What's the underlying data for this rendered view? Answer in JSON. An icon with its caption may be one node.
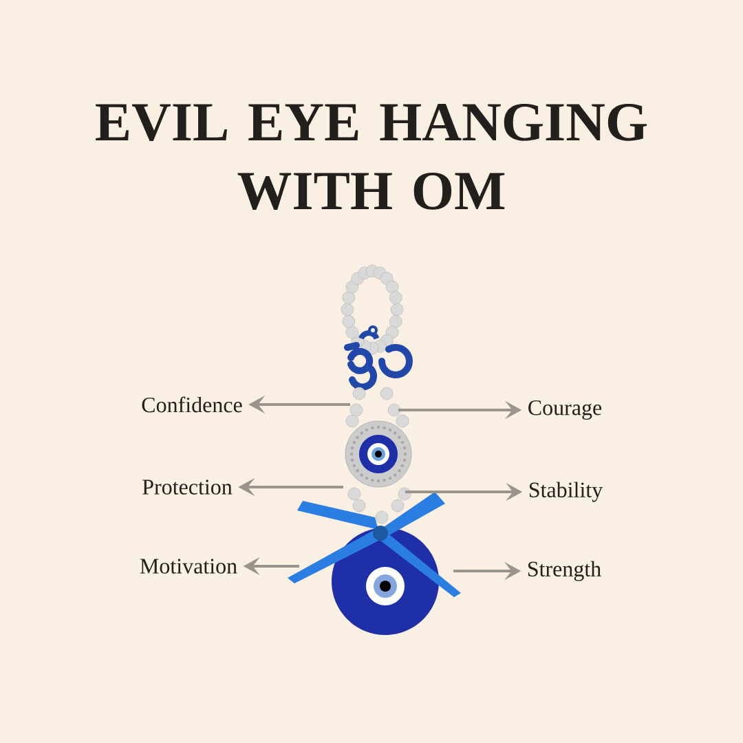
{
  "diagram": {
    "title": "EVIL EYE HANGING WITH OM",
    "nodes": [
      {
        "text": [],
        "shape": "picture"
      },
      {
        "text": [
          "Confidence"
        ]
      },
      {
        "text": [
          "Courage"
        ]
      },
      {
        "text": [
          "Protection"
        ]
      },
      {
        "text": [
          "Stability"
        ]
      },
      {
        "text": [
          "Motivation"
        ]
      },
      {
        "text": [
          "Strength"
        ]
      }
    ],
    "edges": [
      {
        "from": 0,
        "to": 1,
        "arrow": "to"
      },
      {
        "from": 0,
        "to": 2,
        "arrow": "to"
      },
      {
        "from": 0,
        "to": 3,
        "arrow": "to"
      },
      {
        "from": 0,
        "to": 4,
        "arrow": "to"
      },
      {
        "from": 0,
        "to": 5,
        "arrow": "to"
      },
      {
        "from": 0,
        "to": 6,
        "arrow": "to"
      }
    ]
  }
}
